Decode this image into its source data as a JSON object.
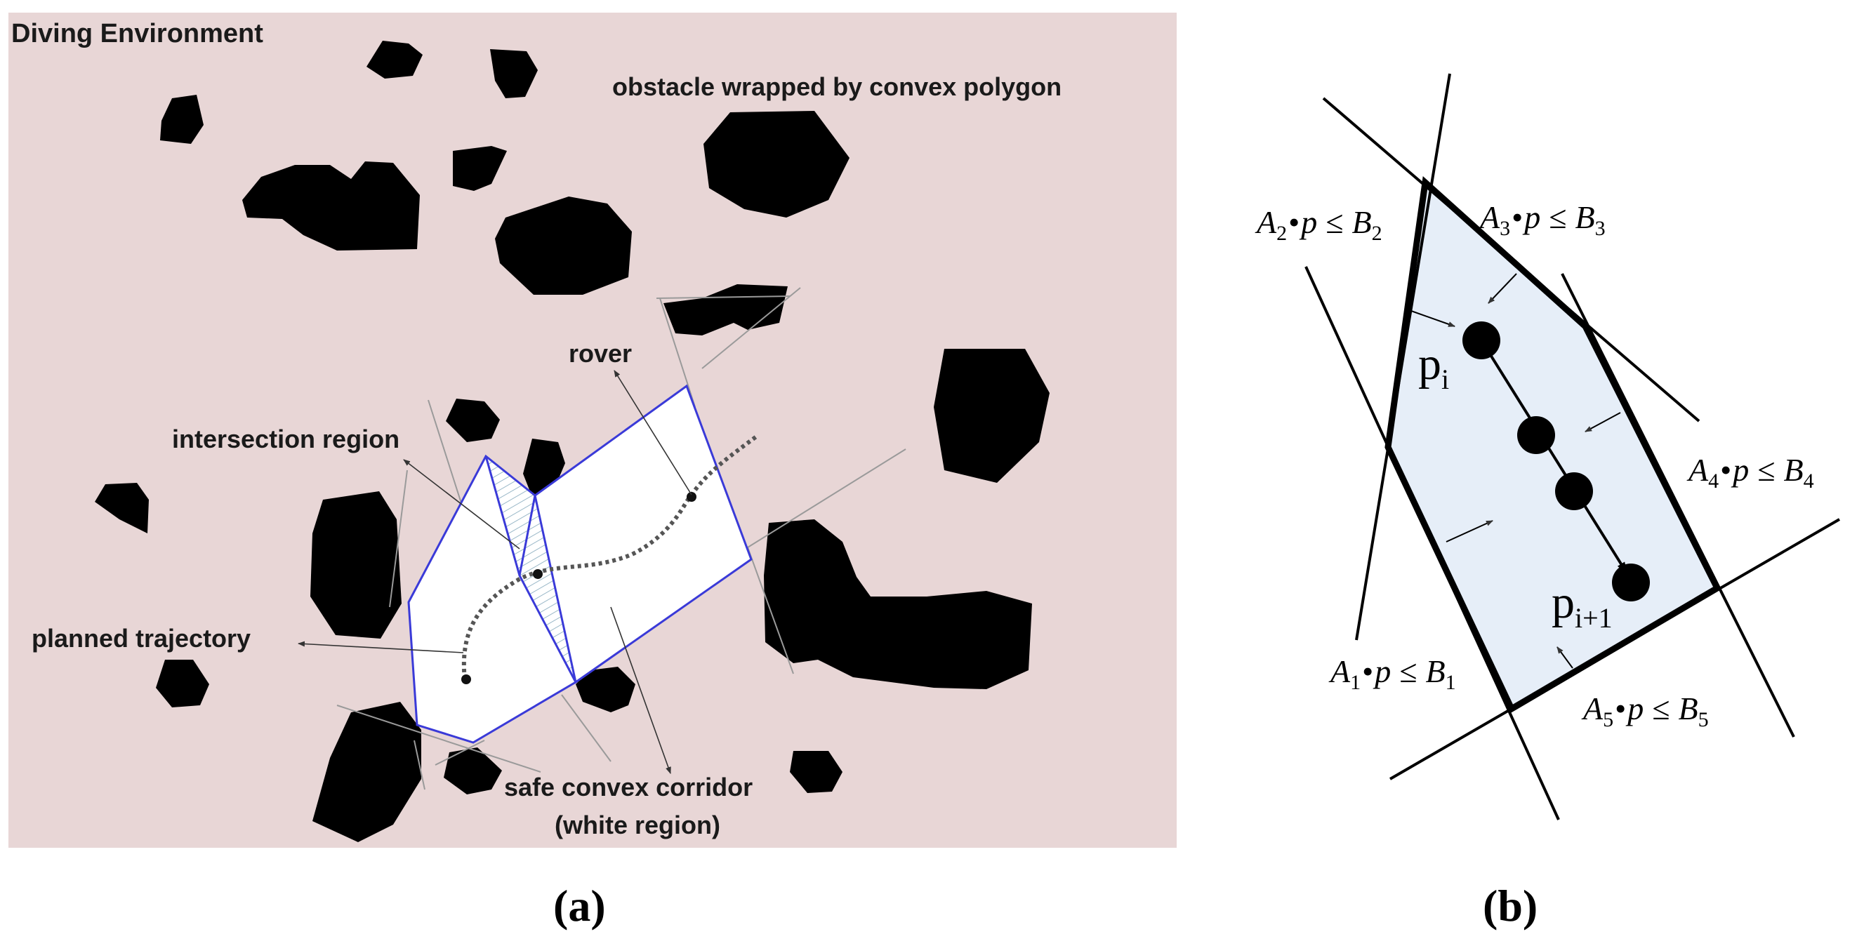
{
  "panel_a": {
    "title": "Diving Environment",
    "label_obstacle": "obstacle wrapped by convex polygon",
    "label_rover": "rover",
    "label_intersection": "intersection region",
    "label_trajectory": "planned trajectory",
    "label_corridor_line1": "safe convex corridor",
    "label_corridor_line2": "(white region)",
    "caption": "(a)",
    "background_color": "#e8d6d6",
    "corridor_edge_color": "#3a3ad8"
  },
  "panel_b": {
    "caption": "(b)",
    "region_fill": "#e6eef8",
    "constraints": [
      {
        "A": "A",
        "sub": "1",
        "op": "•",
        "var": "p",
        "rel": "≤",
        "B": "B",
        "bsub": "1"
      },
      {
        "A": "A",
        "sub": "2",
        "op": "•",
        "var": "p",
        "rel": "≤",
        "B": "B",
        "bsub": "2"
      },
      {
        "A": "A",
        "sub": "3",
        "op": "•",
        "var": "p",
        "rel": "≤",
        "B": "B",
        "bsub": "3"
      },
      {
        "A": "A",
        "sub": "4",
        "op": "•",
        "var": "p",
        "rel": "≤",
        "B": "B",
        "bsub": "4"
      },
      {
        "A": "A",
        "sub": "5",
        "op": "•",
        "var": "p",
        "rel": "≤",
        "B": "B",
        "bsub": "5"
      }
    ],
    "point_i": {
      "base": "p",
      "sub": "i"
    },
    "point_i1": {
      "base": "p",
      "sub": "i+1"
    }
  }
}
